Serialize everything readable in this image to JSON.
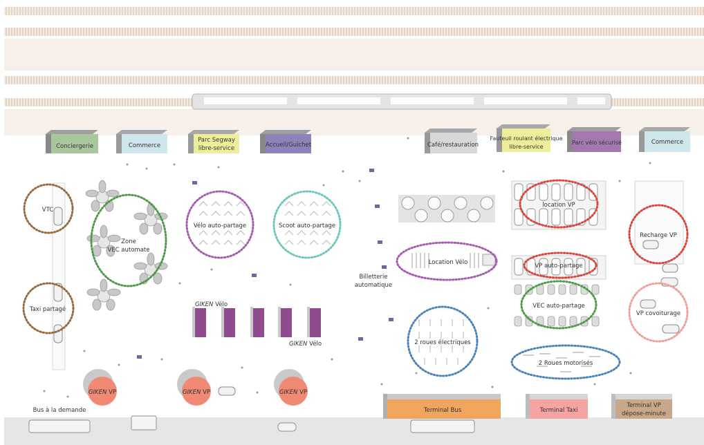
{
  "services": {
    "conciergerie": "Conciergerie",
    "commerce_left": "Commerce",
    "segway_line1": "Parc Segway",
    "segway_line2": "libre-service",
    "accueil": "Accueil/Guichet",
    "cafe": "Café/restauration",
    "fauteuil_line1": "Fauteuil roulant électrique",
    "fauteuil_line2": "libre-service",
    "parc_velo": "Parc vélo sécurisé",
    "commerce_right": "Commerce"
  },
  "zones": {
    "vtc": "VTC",
    "taxi_partage": "Taxi partagé",
    "zone_vec_line1": "Zone",
    "zone_vec_line2": "VEC automate",
    "velo_autopartage": "Vélo auto-partage",
    "scoot_autopartage": "Scoot auto-partage",
    "billetterie_line1": "Billetterie",
    "billetterie_line2": "automatique",
    "location_velo": "Location Vélo",
    "location_vp": "location VP",
    "vp_autopartage": "VP auto-partage",
    "vec_autopartage": "VEC auto-partage",
    "roues_electriques": "2 roues électriques",
    "roues_motorises": "2 Roues motorisés",
    "recharge_vp": "Recharge VP",
    "vp_covoiturage": "VP covoiturage"
  },
  "giken": {
    "brand": "GIKEN",
    "velo_suffix": "Vélo",
    "vp_suffix": "VP"
  },
  "terminals": {
    "bus_demande": "Bus à la demande",
    "terminal_bus": "Terminal Bus",
    "terminal_taxi": "Terminal Taxi",
    "terminal_vp_line1": "Terminal VP",
    "terminal_vp_line2": "dépose-minute"
  },
  "colors": {
    "conciergerie": "#a9c79c",
    "commerce": "#cfe7ec",
    "segway": "#eeee9a",
    "accueil": "#8f82bb",
    "cafe": "#d8d8d8",
    "fauteuil": "#eeee9a",
    "parc_velo": "#a478ae",
    "terminal_bus": "#f0a55e",
    "terminal_taxi": "#f5a3a3",
    "terminal_vp": "#c9a789",
    "giken_vp": "#f08a74",
    "giken_velo": "#8e4c8e",
    "brown_ring": "#9a6a3e",
    "green_ring": "#4e9a46",
    "purple_ring": "#a65ab0",
    "teal_ring": "#6cc6bd",
    "blue_ring": "#4b84b9",
    "red_ring": "#d9463c"
  }
}
